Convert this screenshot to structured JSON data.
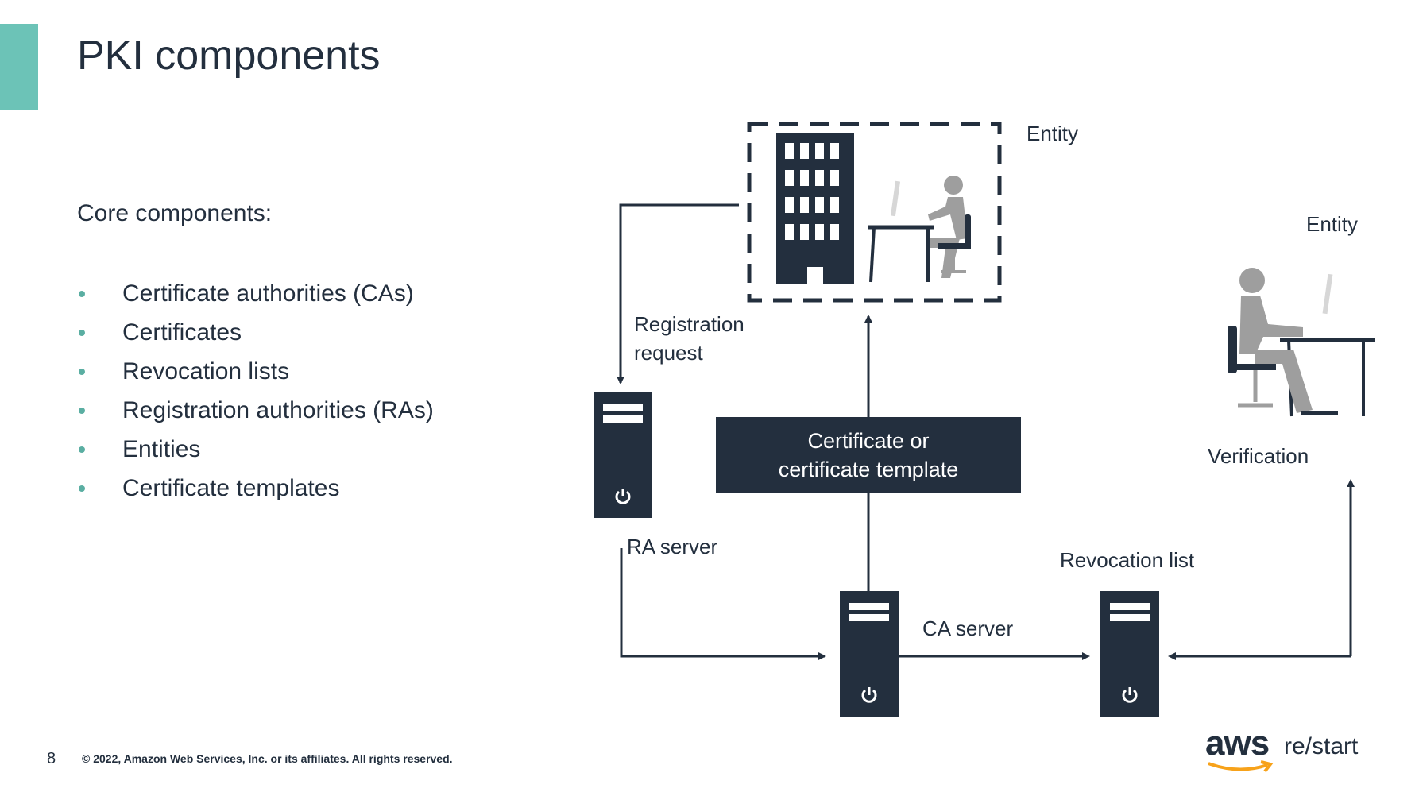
{
  "slide": {
    "title": "PKI components",
    "intro": "Core components:",
    "bullets": [
      "Certificate authorities (CAs)",
      "Certificates",
      "Revocation lists",
      "Registration authorities (RAs)",
      "Entities",
      "Certificate templates"
    ]
  },
  "diagram": {
    "entity_top_label": "Entity",
    "entity_right_label": "Entity",
    "registration_line1": "Registration",
    "registration_line2": "request",
    "cert_line1": "Certificate or",
    "cert_line2": "certificate template",
    "ra_server_label": "RA server",
    "ca_server_label": "CA server",
    "revocation_label": "Revocation list",
    "verification_label": "Verification"
  },
  "footer": {
    "page_number": "8",
    "copyright": "© 2022, Amazon Web Services, Inc. or its affiliates. All rights reserved.",
    "logo_aws": "aws",
    "logo_restart": "re/start"
  },
  "colors": {
    "accent": "#6cc3b7",
    "dark": "#232f3e",
    "bullet": "#5aaea2",
    "person_gray": "#9e9e9e",
    "smile": "#f7a21a"
  }
}
